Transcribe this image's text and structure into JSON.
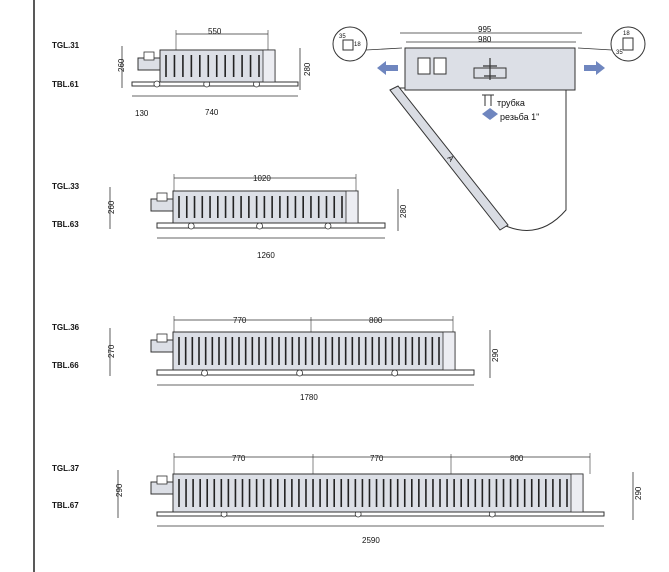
{
  "units": [
    {
      "id": "u1",
      "models": [
        "TGL.31",
        "TBL.61"
      ],
      "top_dims": [
        "550"
      ],
      "height_left": "260",
      "height_right": "280",
      "bottom_dims": [
        "130",
        "740"
      ],
      "fins": 12
    },
    {
      "id": "u2",
      "models": [
        "TGL.33",
        "TBL.63"
      ],
      "top_dims": [
        "1020"
      ],
      "height_left": "260",
      "height_right": "280",
      "bottom_dims": [
        "1260"
      ],
      "fins": 22
    },
    {
      "id": "u3",
      "models": [
        "TGL.36",
        "TBL.66"
      ],
      "top_dims": [
        "770",
        "800"
      ],
      "height_left": "270",
      "height_right": "290",
      "bottom_dims": [
        "1780"
      ],
      "fins": 40
    },
    {
      "id": "u4",
      "models": [
        "TGL.37",
        "TBL.67"
      ],
      "top_dims": [
        "770",
        "770",
        "800"
      ],
      "height_left": "290",
      "height_right": "290",
      "bottom_dims": [
        "2590"
      ],
      "fins": 56
    }
  ],
  "detail": {
    "top_dims": [
      "995",
      "980"
    ],
    "left_callout": [
      "35",
      "18"
    ],
    "right_callout": [
      "18",
      "35"
    ],
    "legend": [
      {
        "icon": "tube-icon",
        "text": "трубка"
      },
      {
        "icon": "thread-icon",
        "text": "резьба 1\""
      }
    ],
    "arm_label": "A"
  },
  "colors": {
    "body_fill": "#dcdfe6",
    "fin": "#222222",
    "line": "#333333",
    "arrow_blue": "#6f86bf"
  }
}
